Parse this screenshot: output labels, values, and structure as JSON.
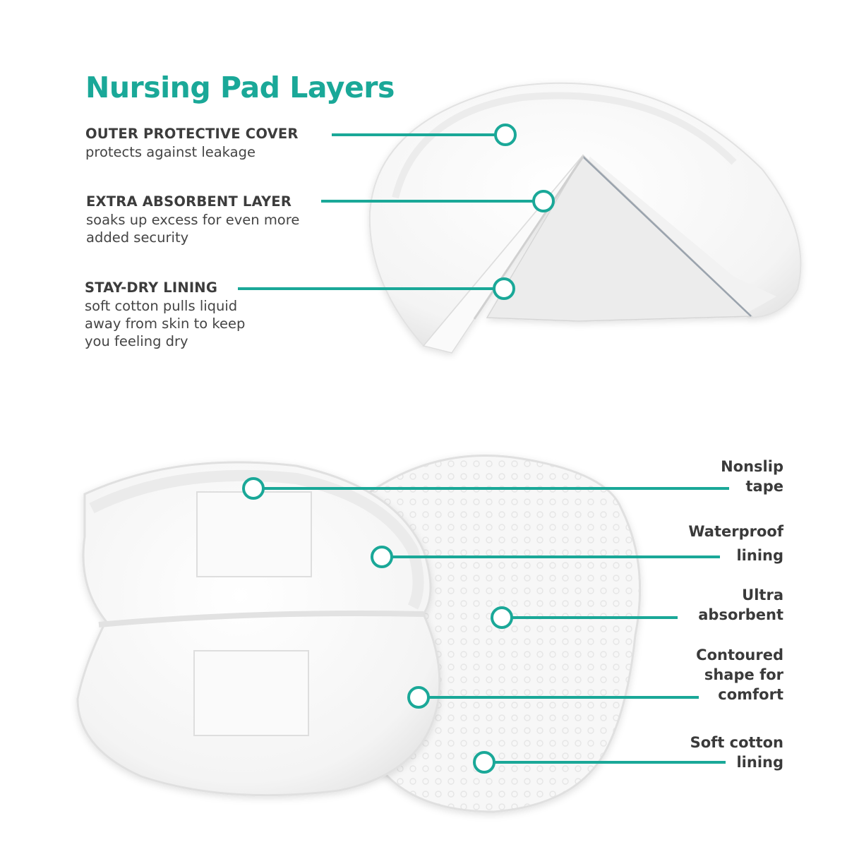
{
  "title": "Nursing Pad Layers",
  "accent_color": "#1aa898",
  "top_callouts": [
    {
      "heading": "OUTER PROTECTIVE COVER",
      "description": "protects against leakage"
    },
    {
      "heading": "EXTRA ABSORBENT LAYER",
      "description": "soaks up excess for even more\nadded security"
    },
    {
      "heading": "STAY-DRY LINING",
      "description": "soft cotton pulls liquid\naway from skin to keep\nyou feeling dry"
    }
  ],
  "bottom_labels": [
    {
      "label": "Nonslip\ntape"
    },
    {
      "label": "Waterproof\nlining"
    },
    {
      "label": "Ultra\nabsorbent"
    },
    {
      "label": "Contoured\nshape for\ncomfort"
    },
    {
      "label": "Soft cotton\nlining"
    }
  ]
}
